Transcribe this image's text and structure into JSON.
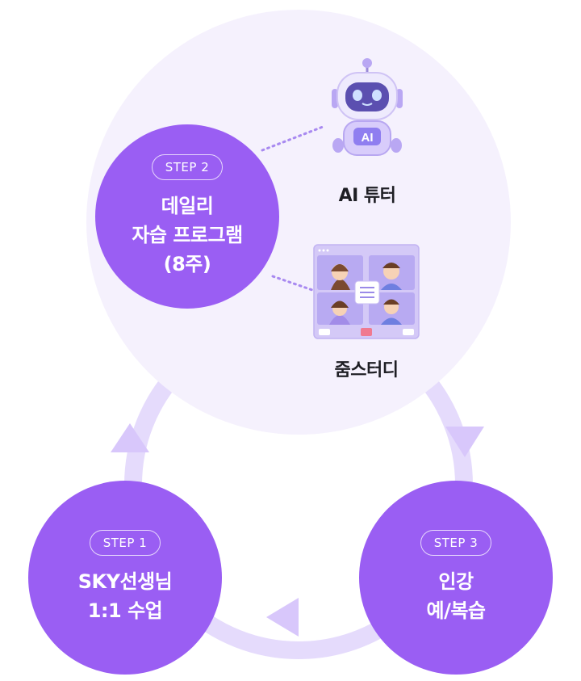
{
  "colors": {
    "step_circle": "#9a5ef3",
    "focus_area": "#f5f1fd",
    "cycle_ring": "#e5dbfc",
    "arrow": "#d8c7fb",
    "dotted_line": "#a889f0"
  },
  "steps": [
    {
      "badge": "STEP 2",
      "title": "데일리\n자습 프로그램\n(8주)"
    },
    {
      "badge": "STEP 1",
      "title": "SKY선생님\n1:1 수업"
    },
    {
      "badge": "STEP 3",
      "title": "인강\n예/복습"
    }
  ],
  "tools": {
    "ai_tutor": {
      "label": "AI 튜터",
      "icon": "robot-icon",
      "icon_text": "AI"
    },
    "zoom_study": {
      "label": "줌스터디",
      "icon": "video-call-icon"
    }
  }
}
